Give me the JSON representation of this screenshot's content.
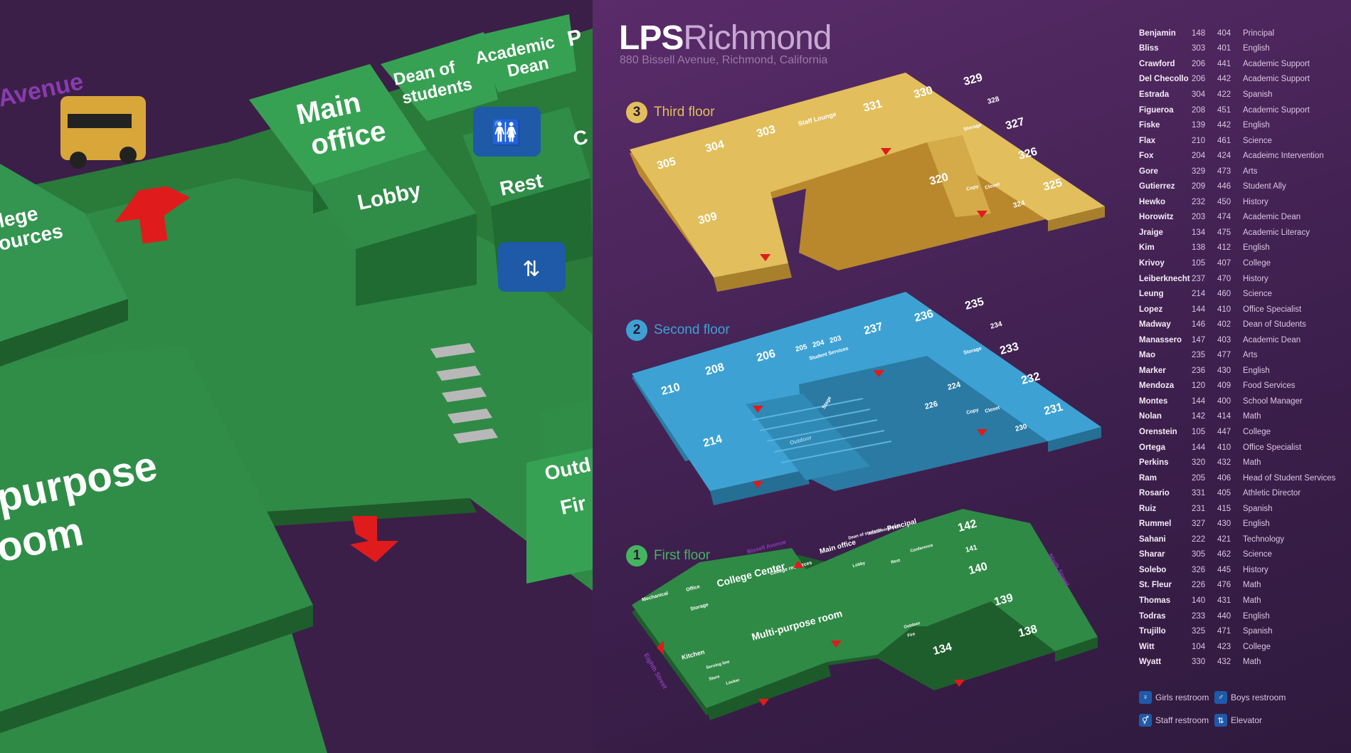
{
  "school": {
    "brand_bold": "LPS",
    "brand_light": "Richmond",
    "address": "880 Bissell Avenue, Richmond, California"
  },
  "colors": {
    "third": "#e2be5c",
    "second": "#3da2d3",
    "first": "#2f8a45",
    "background": "#3c1f4c",
    "arrow": "#e01b1b",
    "icon": "#1f5aa8"
  },
  "floors": [
    {
      "number": "3",
      "label": "Third floor",
      "color": "#e2be5c",
      "rooms": [
        "305",
        "304",
        "303",
        "Staff Lounge",
        "331",
        "330",
        "329",
        "328",
        "327",
        "326",
        "325",
        "324",
        "320",
        "309",
        "Storage",
        "Copy",
        "Closet"
      ]
    },
    {
      "number": "2",
      "label": "Second floor",
      "color": "#3da2d3",
      "rooms": [
        "210",
        "208",
        "206",
        "205",
        "204",
        "203",
        "Student Services",
        "237",
        "236",
        "235",
        "234",
        "233",
        "232",
        "231",
        "230",
        "226",
        "224",
        "214",
        "Storage",
        "Copy",
        "Closet",
        "Outdoor",
        "Stage"
      ]
    },
    {
      "number": "1",
      "label": "First floor",
      "color": "#2f8a45",
      "rooms": [
        "Mechanical",
        "Office",
        "Storage",
        "College Center",
        "College resources",
        "Main office",
        "Dean of students",
        "Academic Dean",
        "Principal",
        "142",
        "141",
        "140",
        "139",
        "138",
        "134",
        "Conference",
        "Lobby",
        "Rest",
        "Outdoor",
        "Fire",
        "Multi-purpose room",
        "Kitchen",
        "Serving line",
        "Store",
        "Locker"
      ]
    }
  ],
  "streets": {
    "avenue": "Bissell Avenue",
    "eighth": "Eighth Street",
    "ninth": "Ninth Street"
  },
  "zoom": {
    "avenue": "Avenue",
    "main_office_1": "Main",
    "main_office_2": "office",
    "dean_1": "Dean of",
    "dean_2": "students",
    "academic_1": "Academic",
    "academic_2": "Dean",
    "partial_p": "P",
    "lobby": "Lobby",
    "rest": "Rest",
    "partial_c": "C",
    "college_1": "lege",
    "college_2": "ources",
    "multi_1": "purpose",
    "multi_2": "oom",
    "outdoor": "Outd",
    "fire": "Fir"
  },
  "directory": [
    {
      "name": "Benjamin",
      "room": "148",
      "phone": "404",
      "dept": "Principal"
    },
    {
      "name": "Bliss",
      "room": "303",
      "phone": "401",
      "dept": "English"
    },
    {
      "name": "Crawford",
      "room": "206",
      "phone": "441",
      "dept": "Academic Support"
    },
    {
      "name": "Del Checollo",
      "room": "206",
      "phone": "442",
      "dept": "Academic Support"
    },
    {
      "name": "Estrada",
      "room": "304",
      "phone": "422",
      "dept": "Spanish"
    },
    {
      "name": "Figueroa",
      "room": "208",
      "phone": "451",
      "dept": "Academic Support"
    },
    {
      "name": "Fiske",
      "room": "139",
      "phone": "442",
      "dept": "English"
    },
    {
      "name": "Flax",
      "room": "210",
      "phone": "461",
      "dept": "Science"
    },
    {
      "name": "Fox",
      "room": "204",
      "phone": "424",
      "dept": "Acadeimc Intervention"
    },
    {
      "name": "Gore",
      "room": "329",
      "phone": "473",
      "dept": "Arts"
    },
    {
      "name": "Gutierrez",
      "room": "209",
      "phone": "446",
      "dept": "Student Ally"
    },
    {
      "name": "Hewko",
      "room": "232",
      "phone": "450",
      "dept": "History"
    },
    {
      "name": "Horowitz",
      "room": "203",
      "phone": "474",
      "dept": "Academic Dean"
    },
    {
      "name": "Jraige",
      "room": "134",
      "phone": "475",
      "dept": "Academic Literacy"
    },
    {
      "name": "Kim",
      "room": "138",
      "phone": "412",
      "dept": "English"
    },
    {
      "name": "Krivoy",
      "room": "105",
      "phone": "407",
      "dept": "College"
    },
    {
      "name": "Leiberknecht",
      "room": "237",
      "phone": "470",
      "dept": "History"
    },
    {
      "name": "Leung",
      "room": "214",
      "phone": "460",
      "dept": "Science"
    },
    {
      "name": "Lopez",
      "room": "144",
      "phone": "410",
      "dept": "Office Specialist"
    },
    {
      "name": "Madway",
      "room": "146",
      "phone": "402",
      "dept": "Dean of Students"
    },
    {
      "name": "Manassero",
      "room": "147",
      "phone": "403",
      "dept": "Academic Dean"
    },
    {
      "name": "Mao",
      "room": "235",
      "phone": "477",
      "dept": "Arts"
    },
    {
      "name": "Marker",
      "room": "236",
      "phone": "430",
      "dept": "English"
    },
    {
      "name": "Mendoza",
      "room": "120",
      "phone": "409",
      "dept": "Food Services"
    },
    {
      "name": "Montes",
      "room": "144",
      "phone": "400",
      "dept": "School Manager"
    },
    {
      "name": "Nolan",
      "room": "142",
      "phone": "414",
      "dept": "Math"
    },
    {
      "name": "Orenstein",
      "room": "105",
      "phone": "447",
      "dept": "College"
    },
    {
      "name": "Ortega",
      "room": "144",
      "phone": "410",
      "dept": "Office Specialist"
    },
    {
      "name": "Perkins",
      "room": "320",
      "phone": "432",
      "dept": "Math"
    },
    {
      "name": "Ram",
      "room": "205",
      "phone": "406",
      "dept": "Head of Student Services"
    },
    {
      "name": "Rosario",
      "room": "331",
      "phone": "405",
      "dept": "Athletic Director"
    },
    {
      "name": "Ruiz",
      "room": "231",
      "phone": "415",
      "dept": "Spanish"
    },
    {
      "name": "Rummel",
      "room": "327",
      "phone": "430",
      "dept": "English"
    },
    {
      "name": "Sahani",
      "room": "222",
      "phone": "421",
      "dept": "Technology"
    },
    {
      "name": "Sharar",
      "room": "305",
      "phone": "462",
      "dept": "Science"
    },
    {
      "name": "Solebo",
      "room": "326",
      "phone": "445",
      "dept": "History"
    },
    {
      "name": "St. Fleur",
      "room": "226",
      "phone": "476",
      "dept": "Math"
    },
    {
      "name": "Thomas",
      "room": "140",
      "phone": "431",
      "dept": "Math"
    },
    {
      "name": "Todras",
      "room": "233",
      "phone": "440",
      "dept": "English"
    },
    {
      "name": "Trujillo",
      "room": "325",
      "phone": "471",
      "dept": "Spanish"
    },
    {
      "name": "Witt",
      "room": "104",
      "phone": "423",
      "dept": "College"
    },
    {
      "name": "Wyatt",
      "room": "330",
      "phone": "432",
      "dept": "Math"
    }
  ],
  "legend": {
    "girls": "Girls restroom",
    "boys": "Boys restroom",
    "staff": "Staff restroom",
    "elevator": "Elevator"
  }
}
